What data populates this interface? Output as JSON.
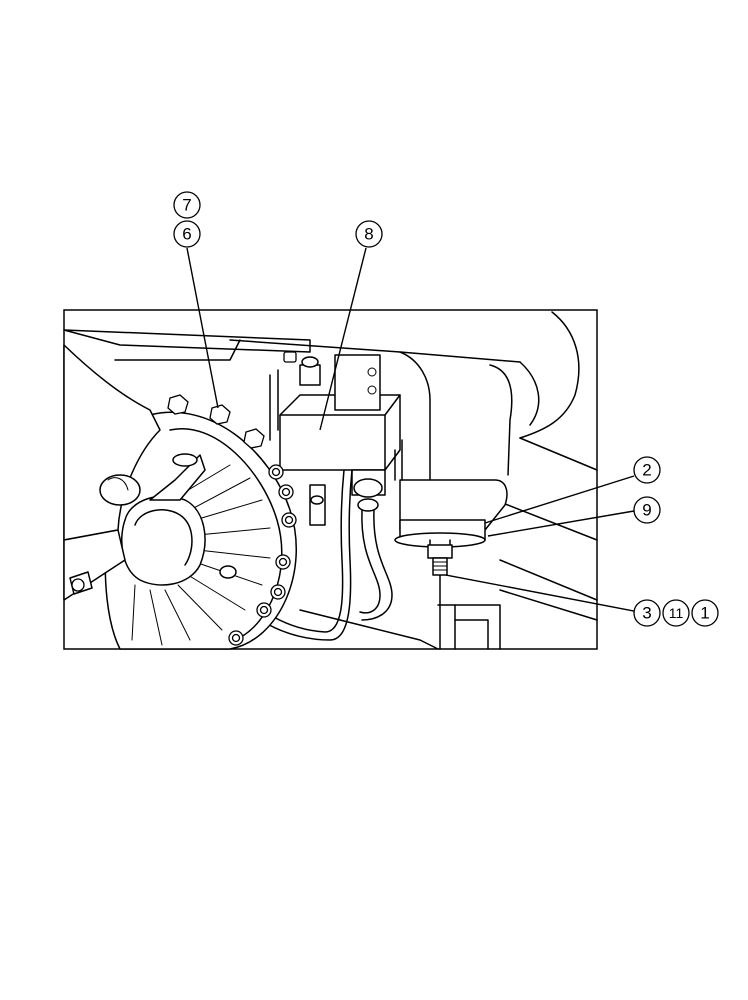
{
  "callouts": {
    "c7": "7",
    "c6": "6",
    "c8": "8",
    "c2": "2",
    "c9": "9",
    "c3": "3",
    "c11": "11",
    "c1": "1"
  }
}
